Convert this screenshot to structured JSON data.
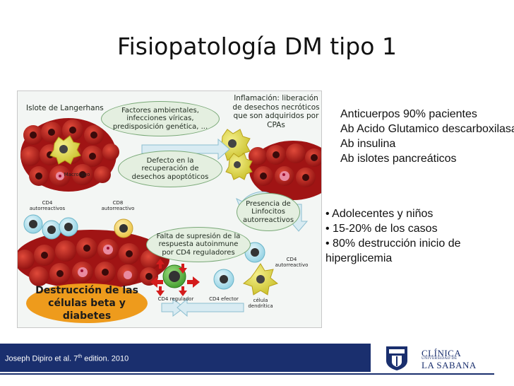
{
  "slide_title": "Fisiopatología DM tipo 1",
  "diagram": {
    "islet_label": "Islote de Langerhans",
    "env_factors": "Factores ambientales, infecciones víricas, predisposición genética, ...",
    "inflammation": "Inflamación: liberación de desechos necróticos que son adquiridos por CPAs",
    "macrophage": "Macrofago",
    "defect": "Defecto en la recuperación de desechos apoptóticos",
    "cd4_auto": "CD4 autorreactivos",
    "cd8_auto": "CD8 autorreactivo",
    "lymphocytes": "Presencia de Linfocitos autorreactivos",
    "suppression": "Falta de supresión de la respuesta autoinmune por CD4 reguladores",
    "cd4_auto_right": "CD4 autorreactivo",
    "cd4_reg": "CD4 regulador",
    "cd4_eff": "CD4 efector",
    "dendritic": "célula dendrítica",
    "destruction": "Destrucción de las células beta y diabetes"
  },
  "antibodies": [
    "Anticuerpos 90% pacientes",
    "Ab Acido Glutamico descarboxilasa",
    "Ab insulina",
    "Ab islotes pancreáticos"
  ],
  "bullets": [
    "Adolecentes y niños",
    "15-20% de los casos",
    "80% destrucción inicio de hiperglicemia"
  ],
  "footer": {
    "citation_pre": "Joseph Dipiro et al. 7",
    "citation_sup": "th",
    "citation_post": " edition. 2010",
    "logo_line1": "CLÍNICA",
    "logo_line2": "UNIVERSIDAD DE",
    "logo_line3": "LA SABANA"
  },
  "colors": {
    "footer_navy": "#1a2f6e",
    "bubble_fill": "#e4efe0",
    "bubble_border": "#7aa978",
    "destruction_orange": "#ee9b1c",
    "beta_cell_red": "#b81818",
    "dendritic_yellow": "#e8e04a",
    "arrow_red": "#d41c1c"
  }
}
